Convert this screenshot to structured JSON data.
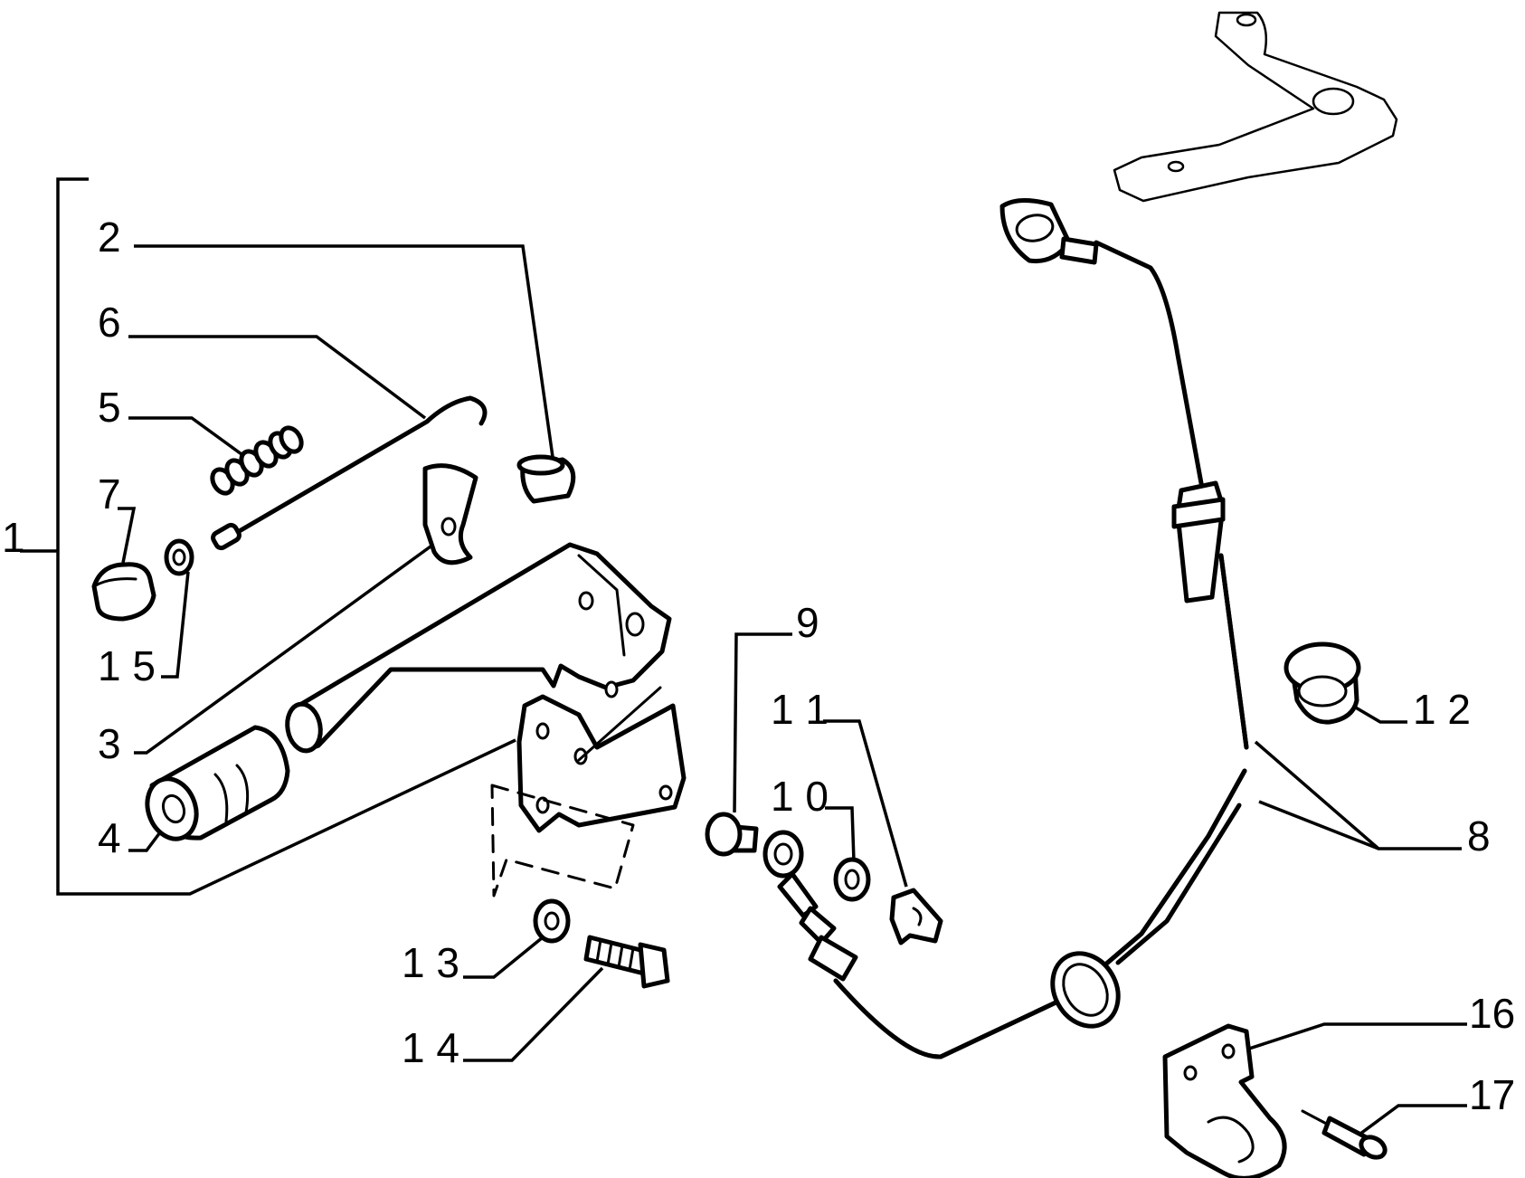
{
  "callouts": {
    "c1": "1",
    "c2": "2",
    "c3": "3",
    "c4": "4",
    "c5": "5",
    "c6": "6",
    "c7": "7",
    "c8": "8",
    "c9": "9",
    "c10": "1 0",
    "c11": "1 1",
    "c12": "1 2",
    "c13": "1 3",
    "c14": "1 4",
    "c15": "1 5",
    "c16": "16",
    "c17": "17"
  }
}
